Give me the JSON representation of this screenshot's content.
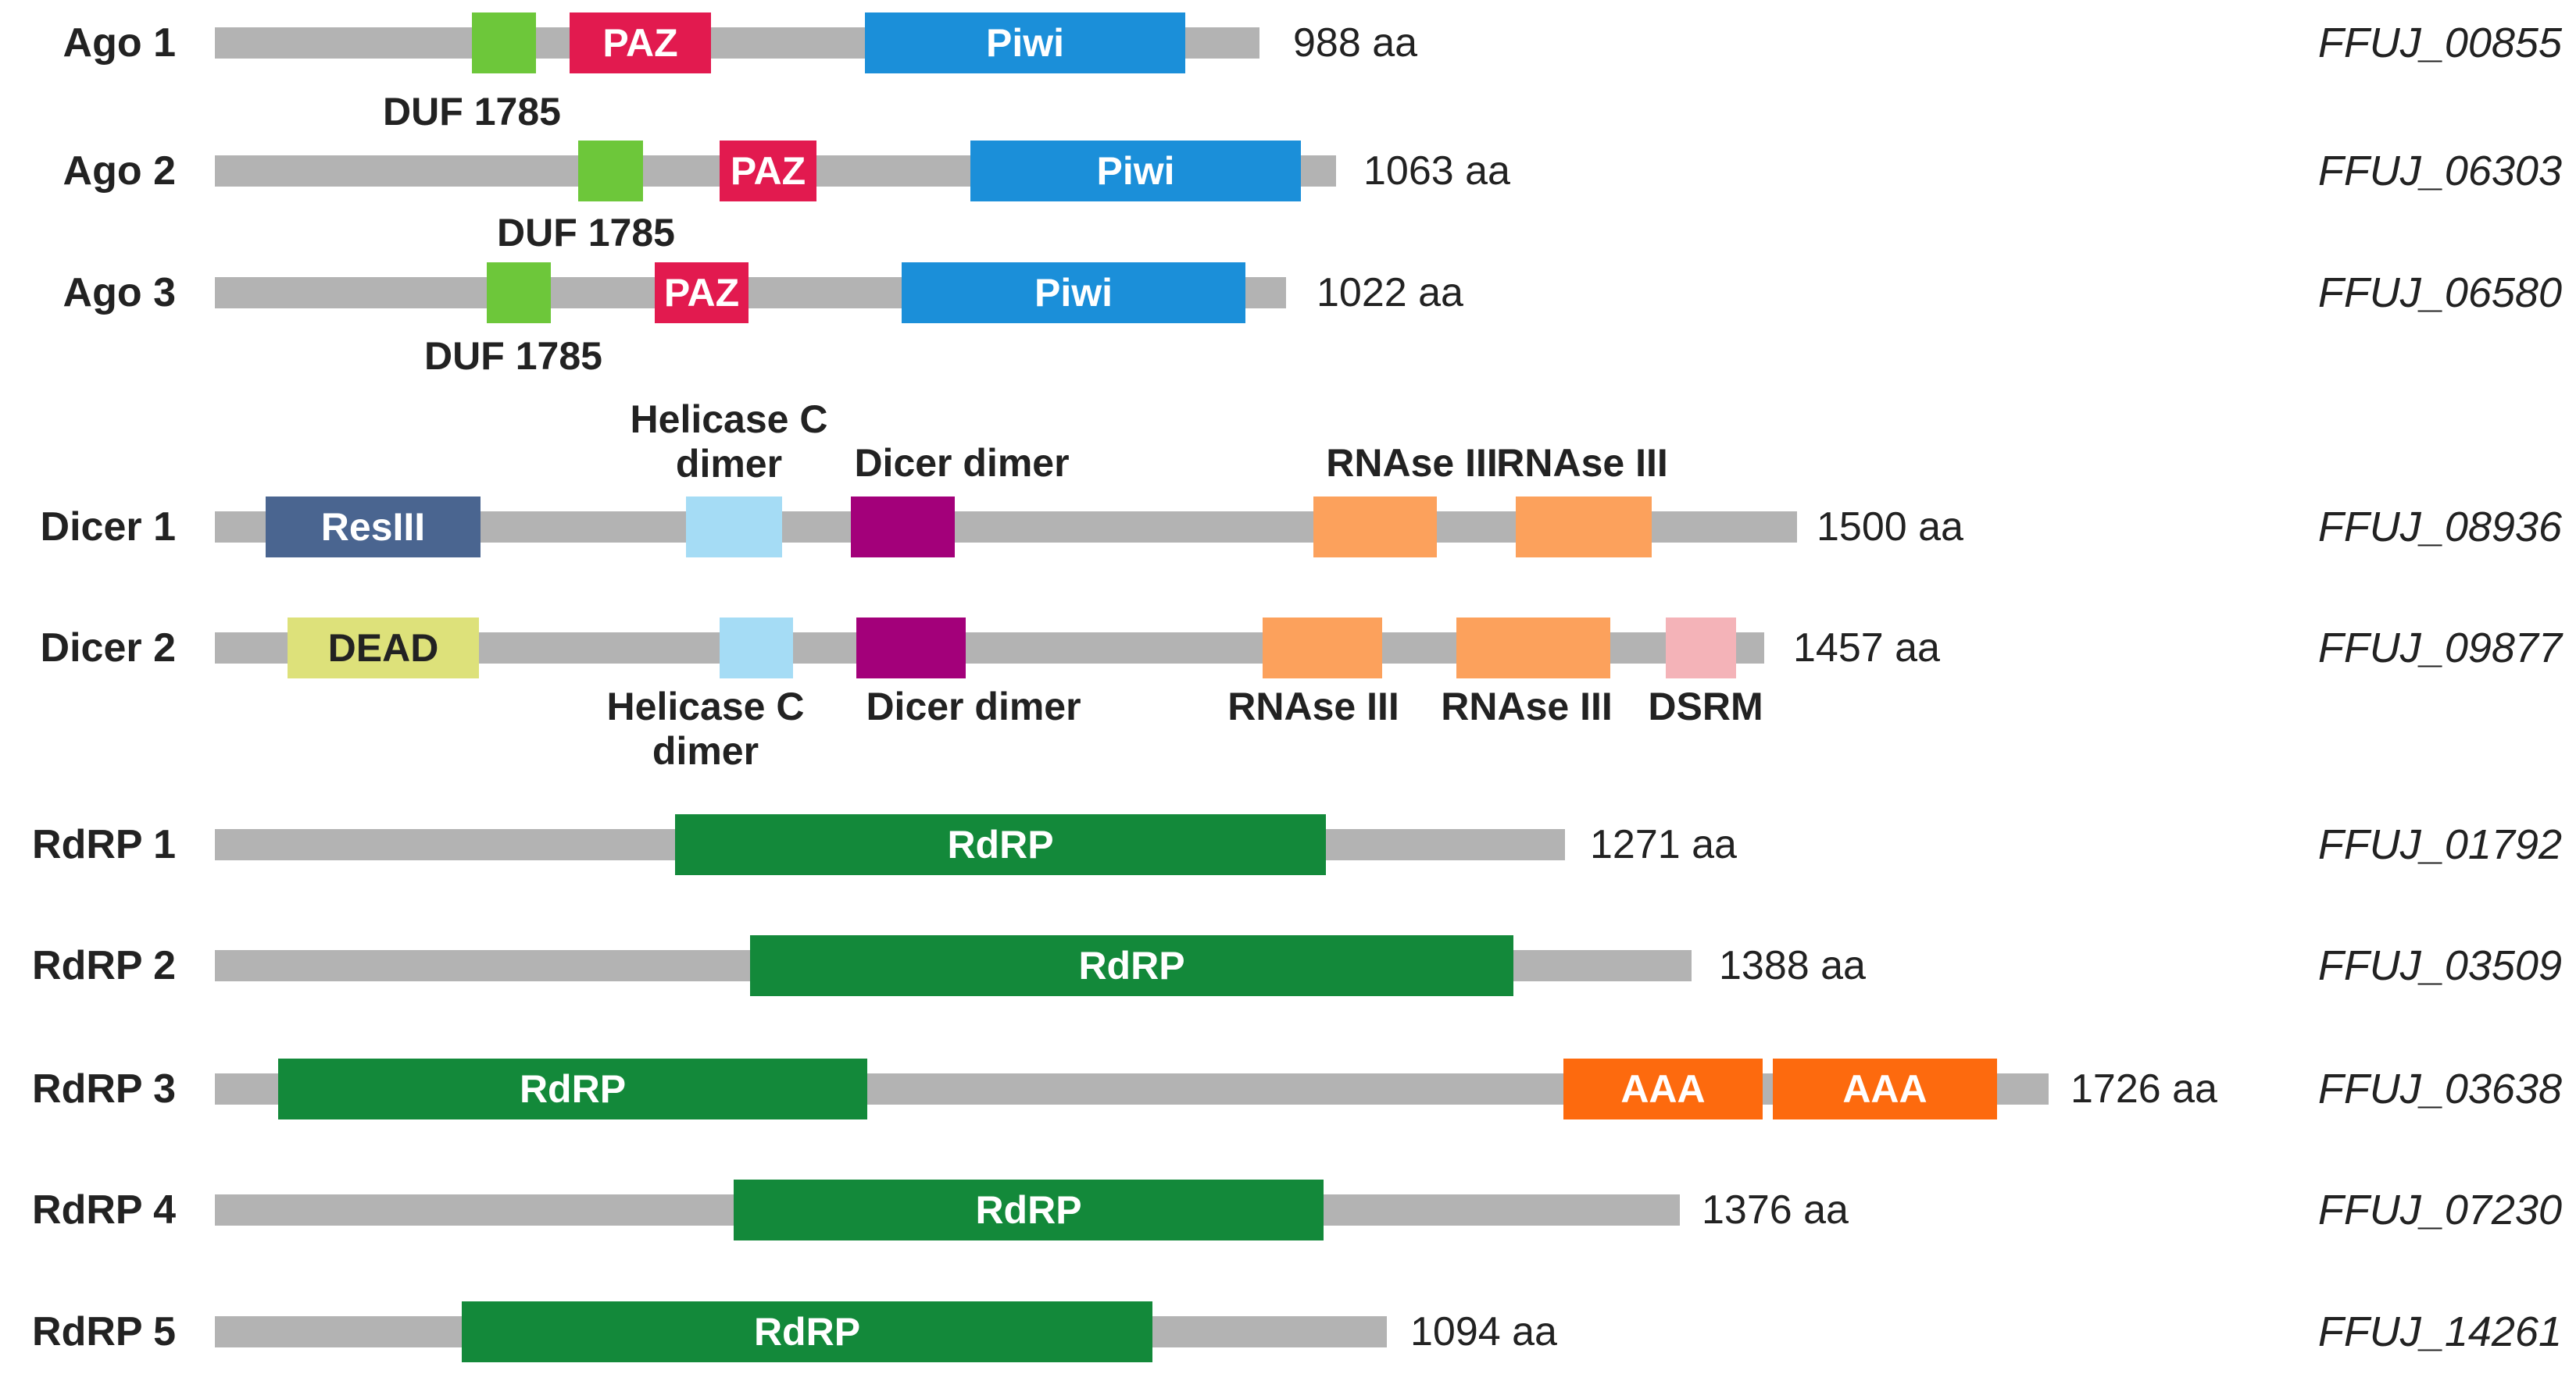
{
  "proteins": [
    {
      "name": "Ago 1",
      "length_aa": 988,
      "length_label": "988 aa",
      "accession": "FFUJ_00855",
      "domains": [
        {
          "label": "",
          "type": "DUF 1785",
          "color": "#6dc73a"
        },
        {
          "label": "PAZ",
          "type": "PAZ",
          "color": "#e21a4f"
        },
        {
          "label": "Piwi",
          "type": "Piwi",
          "color": "#1b8fd9"
        }
      ],
      "annotations": [
        {
          "text": "DUF 1785",
          "position": "below"
        }
      ]
    },
    {
      "name": "Ago 2",
      "length_aa": 1063,
      "length_label": "1063 aa",
      "accession": "FFUJ_06303",
      "domains": [
        {
          "label": "",
          "type": "DUF 1785",
          "color": "#6dc73a"
        },
        {
          "label": "PAZ",
          "type": "PAZ",
          "color": "#e21a4f"
        },
        {
          "label": "Piwi",
          "type": "Piwi",
          "color": "#1b8fd9"
        }
      ],
      "annotations": [
        {
          "text": "DUF 1785",
          "position": "below"
        }
      ]
    },
    {
      "name": "Ago 3",
      "length_aa": 1022,
      "length_label": "1022 aa",
      "accession": "FFUJ_06580",
      "domains": [
        {
          "label": "",
          "type": "DUF 1785",
          "color": "#6dc73a"
        },
        {
          "label": "PAZ",
          "type": "PAZ",
          "color": "#e21a4f"
        },
        {
          "label": "Piwi",
          "type": "Piwi",
          "color": "#1b8fd9"
        }
      ],
      "annotations": [
        {
          "text": "DUF 1785",
          "position": "below"
        }
      ]
    },
    {
      "name": "Dicer 1",
      "length_aa": 1500,
      "length_label": "1500 aa",
      "accession": "FFUJ_08936",
      "domains": [
        {
          "label": "ResIII",
          "type": "ResIII",
          "color": "#4a6590"
        },
        {
          "label": "",
          "type": "Helicase C dimer",
          "color": "#a5dcf5"
        },
        {
          "label": "",
          "type": "Dicer dimer",
          "color": "#a3007a"
        },
        {
          "label": "",
          "type": "RNAse III",
          "color": "#fca15c"
        },
        {
          "label": "",
          "type": "RNAse III",
          "color": "#fca15c"
        }
      ],
      "annotations": [
        {
          "text": "Helicase C\ndimer",
          "position": "above"
        },
        {
          "text": "Dicer dimer",
          "position": "above"
        },
        {
          "text": "RNAse III",
          "position": "above"
        },
        {
          "text": "RNAse III",
          "position": "above"
        }
      ]
    },
    {
      "name": "Dicer 2",
      "length_aa": 1457,
      "length_label": "1457 aa",
      "accession": "FFUJ_09877",
      "domains": [
        {
          "label": "DEAD",
          "type": "DEAD",
          "color": "#dde17a"
        },
        {
          "label": "",
          "type": "Helicase C dimer",
          "color": "#a5dcf5"
        },
        {
          "label": "",
          "type": "Dicer dimer",
          "color": "#a3007a"
        },
        {
          "label": "",
          "type": "RNAse III",
          "color": "#fca15c"
        },
        {
          "label": "",
          "type": "RNAse III",
          "color": "#fca15c"
        },
        {
          "label": "",
          "type": "DSRM",
          "color": "#f4b3b8"
        }
      ],
      "annotations": [
        {
          "text": "Helicase C\ndimer",
          "position": "below"
        },
        {
          "text": "Dicer dimer",
          "position": "below"
        },
        {
          "text": "RNAse III",
          "position": "below"
        },
        {
          "text": "RNAse III",
          "position": "below"
        },
        {
          "text": "DSRM",
          "position": "below"
        }
      ]
    },
    {
      "name": "RdRP 1",
      "length_aa": 1271,
      "length_label": "1271 aa",
      "accession": "FFUJ_01792",
      "domains": [
        {
          "label": "RdRP",
          "type": "RdRP",
          "color": "#13893a"
        }
      ],
      "annotations": []
    },
    {
      "name": "RdRP 2",
      "length_aa": 1388,
      "length_label": "1388 aa",
      "accession": "FFUJ_03509",
      "domains": [
        {
          "label": "RdRP",
          "type": "RdRP",
          "color": "#13893a"
        }
      ],
      "annotations": []
    },
    {
      "name": "RdRP 3",
      "length_aa": 1726,
      "length_label": "1726 aa",
      "accession": "FFUJ_03638",
      "domains": [
        {
          "label": "RdRP",
          "type": "RdRP",
          "color": "#13893a"
        },
        {
          "label": "AAA",
          "type": "AAA",
          "color": "#fd6a0e"
        },
        {
          "label": "AAA",
          "type": "AAA",
          "color": "#fd6a0e"
        }
      ],
      "annotations": []
    },
    {
      "name": "RdRP 4",
      "length_aa": 1376,
      "length_label": "1376 aa",
      "accession": "FFUJ_07230",
      "domains": [
        {
          "label": "RdRP",
          "type": "RdRP",
          "color": "#13893a"
        }
      ],
      "annotations": []
    },
    {
      "name": "RdRP 5",
      "length_aa": 1094,
      "length_label": "1094 aa",
      "accession": "FFUJ_14261",
      "domains": [
        {
          "label": "RdRP",
          "type": "RdRP",
          "color": "#13893a"
        }
      ],
      "annotations": []
    }
  ]
}
